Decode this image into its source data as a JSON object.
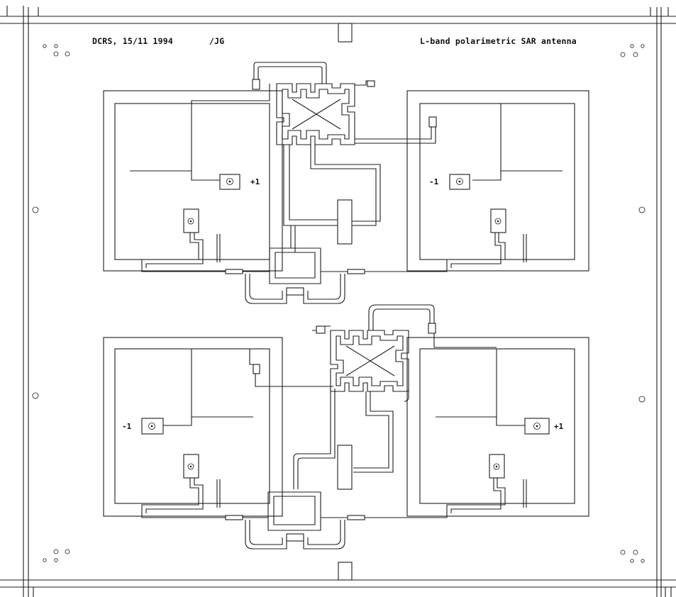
{
  "header": {
    "institution_date": "DCRS, 15/11 1994",
    "initials": "/JG",
    "title": "L-band polarimetric SAR antenna"
  },
  "patches": {
    "top_left": {
      "polarity": "+1"
    },
    "top_right": {
      "polarity": "-1"
    },
    "bottom_left": {
      "polarity": "-1"
    },
    "bottom_right": {
      "polarity": "+1"
    }
  },
  "colors": {
    "line": "#1c1c1c",
    "background": "#ffffff"
  }
}
